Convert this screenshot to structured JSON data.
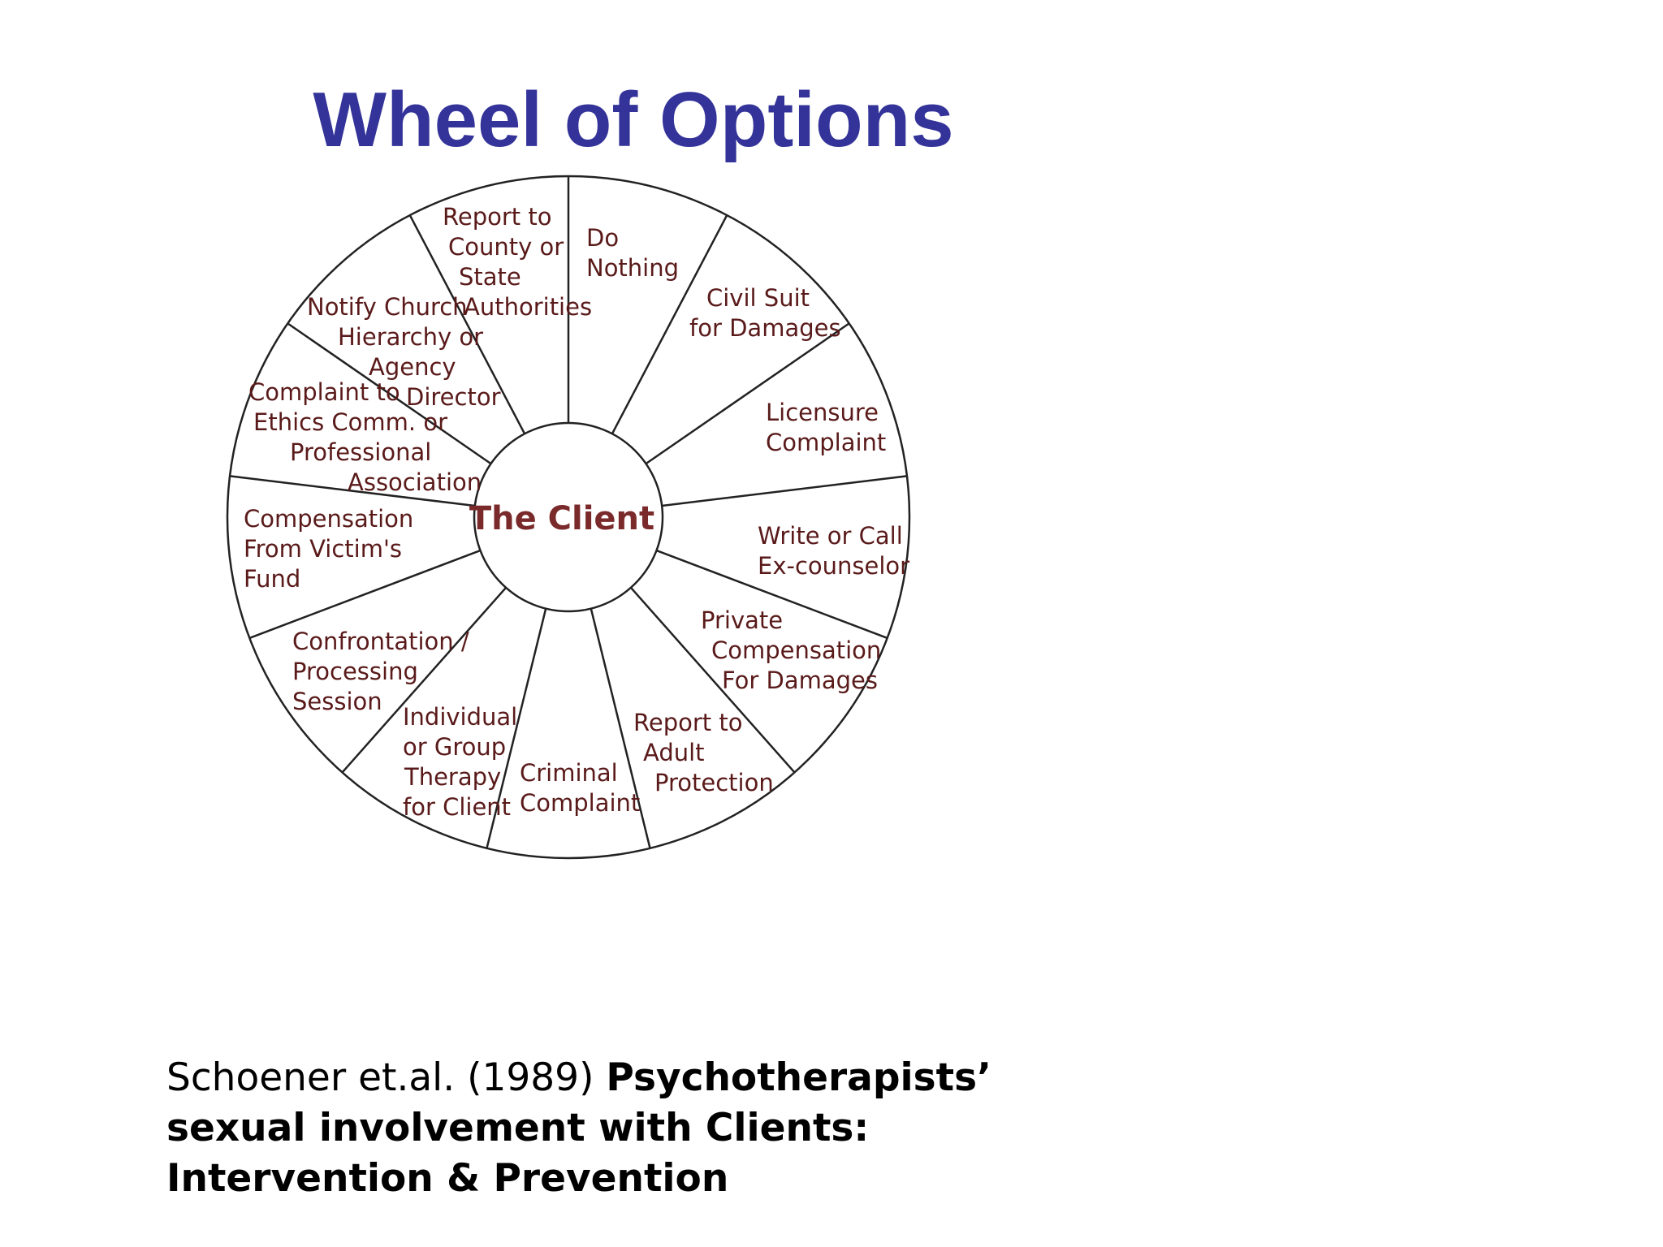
{
  "title": "Wheel of Options",
  "hub": "The Client",
  "segments": [
    {
      "id": "do-nothing",
      "lines": [
        "Do",
        "Nothing"
      ]
    },
    {
      "id": "civil-suit",
      "lines": [
        "Civil Suit",
        "for Damages"
      ]
    },
    {
      "id": "licensure-complaint",
      "lines": [
        "Licensure",
        "Complaint"
      ]
    },
    {
      "id": "write-or-call",
      "lines": [
        "Write or Call",
        "Ex-counselor"
      ]
    },
    {
      "id": "private-compensation",
      "lines": [
        "Private",
        "Compensation",
        "For Damages"
      ]
    },
    {
      "id": "report-adult-protection",
      "lines": [
        "Report to",
        "Adult",
        "Protection"
      ]
    },
    {
      "id": "criminal-complaint",
      "lines": [
        "Criminal",
        "Complaint"
      ]
    },
    {
      "id": "therapy-for-client",
      "lines": [
        "Individual",
        "or Group",
        "Therapy",
        "for Client"
      ]
    },
    {
      "id": "confrontation-session",
      "lines": [
        "Confrontation /",
        "Processing",
        "Session"
      ]
    },
    {
      "id": "victims-fund",
      "lines": [
        "Compensation",
        "From Victim's",
        "Fund"
      ]
    },
    {
      "id": "ethics-complaint",
      "lines": [
        "Complaint to",
        "Ethics Comm. or",
        "Professional",
        "Association"
      ]
    },
    {
      "id": "notify-church",
      "lines": [
        "Notify Church",
        "Hierarchy or",
        "Agency",
        "Director"
      ]
    },
    {
      "id": "report-authorities",
      "lines": [
        "Report to",
        "County or",
        "State",
        "Authorities"
      ]
    }
  ],
  "citation": {
    "prefix": "Schoener et.al. (1989) ",
    "title_line1": "Psychotherapists’",
    "title_line2": "sexual involvement with Clients:",
    "title_line3": "Intervention & Prevention"
  }
}
